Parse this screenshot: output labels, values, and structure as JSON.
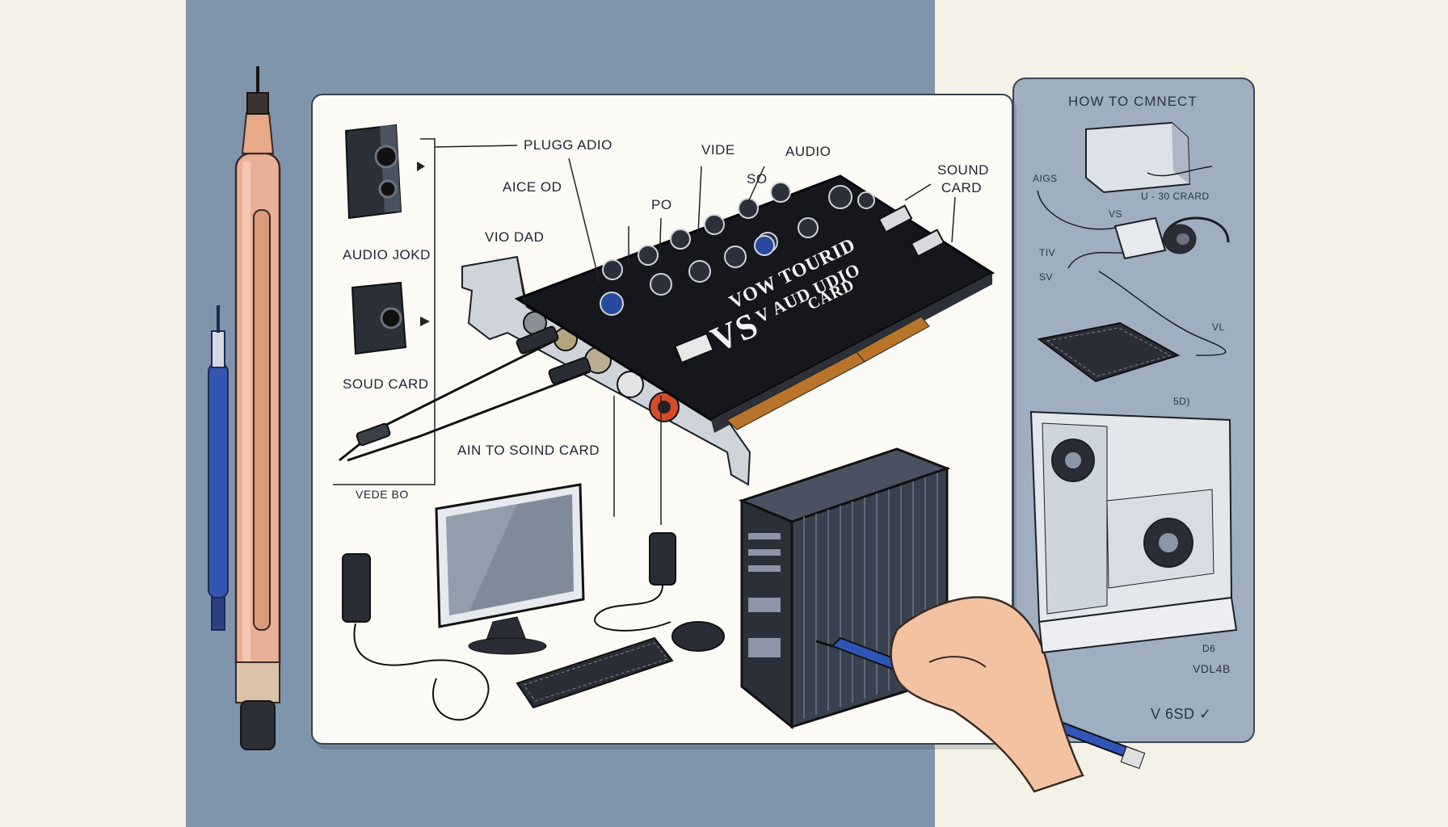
{
  "labels": {
    "plugg_audio": "PLUGG ADIO",
    "vide": "VIDE",
    "audio": "AUDIO",
    "sound_card": "SOUND CARD",
    "aice_od": "AICE OD",
    "so": "SO",
    "po": "PO",
    "vio_dad": "VIO DAD",
    "audio_jokd": "AUDIO JOKD",
    "soud_card": "SOUD CARD",
    "ain_to_soind_card": "AIN TO SOIND CARD",
    "vede_bo": "VEDE BO"
  },
  "card_overlay": {
    "vs": "VS",
    "line1": "VOW TOURID",
    "line2": "V AUD UDIO",
    "line3": "CARD"
  },
  "side_panel": {
    "title": "HOW TO CMNECT",
    "aig": "AIGS",
    "card_label": "U - 30 CRARD",
    "vs_small": "VS",
    "tiv": "TIV",
    "sv": "SV",
    "vl": "VL",
    "num": "5D)",
    "bottom_1": "D6",
    "bottom_2": "VDL4B",
    "footer": "V 6SD ✓"
  },
  "colors": {
    "backdrop": "#7f95ab",
    "card_black": "#15171c",
    "accent_blue": "#2b4fa8",
    "pen_orange": "#e8a98b"
  }
}
